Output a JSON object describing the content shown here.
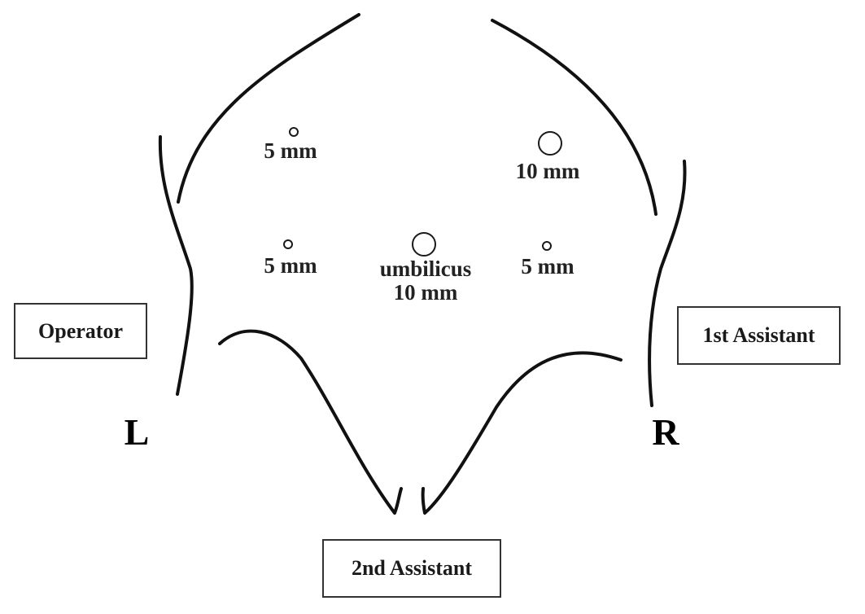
{
  "ports": [
    {
      "id": "left-upper",
      "label": "5 mm",
      "size_mm": 5
    },
    {
      "id": "right-upper",
      "label": "10 mm",
      "size_mm": 10
    },
    {
      "id": "left-lower",
      "label": "5 mm",
      "size_mm": 5
    },
    {
      "id": "umbilicus",
      "label_line1": "umbilicus",
      "label_line2": "10 mm",
      "size_mm": 10
    },
    {
      "id": "right-lower",
      "label": "5 mm",
      "size_mm": 5
    }
  ],
  "sides": {
    "left": "L",
    "right": "R"
  },
  "roles": {
    "operator": "Operator",
    "first_assistant": "1st Assistant",
    "second_assistant": "2nd Assistant"
  },
  "colors": {
    "line": "#111111",
    "text": "#222222",
    "box_border": "#333333"
  }
}
